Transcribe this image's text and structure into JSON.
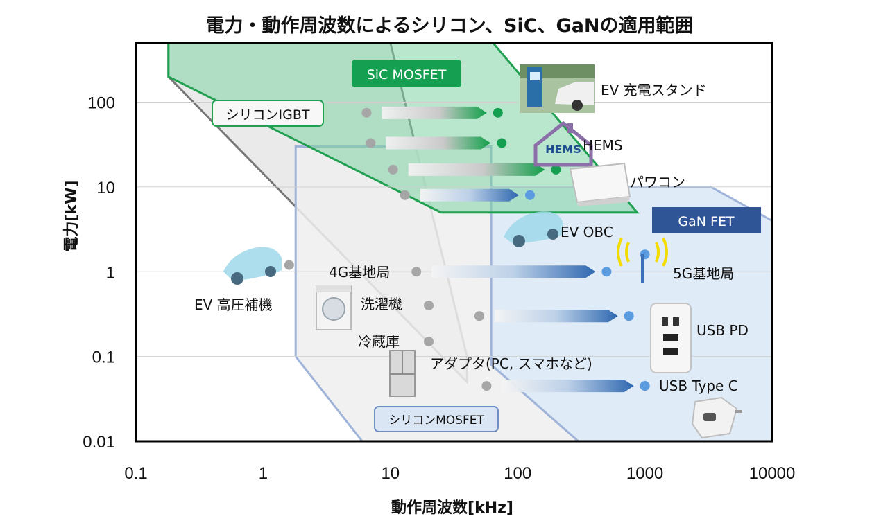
{
  "chart_data": {
    "type": "area",
    "title": "電力・動作周波数によるシリコン、SiC、GaNの適用範囲",
    "xlabel": "動作周波数[kHz]",
    "ylabel": "電力[kW]",
    "xscale": "log",
    "yscale": "log",
    "xlim": [
      0.1,
      10000
    ],
    "ylim": [
      0.01,
      500
    ],
    "x_ticks": [
      "0.1",
      "1",
      "10",
      "100",
      "1000",
      "10000"
    ],
    "y_ticks": [
      "100",
      "10",
      "1",
      "0.1",
      "0.01"
    ],
    "regions": [
      {
        "name": "シリコンIGBT",
        "color": "#e8e8e8",
        "border": "#777777",
        "polygon": [
          [
            0.18,
            500
          ],
          [
            10,
            500
          ],
          [
            40,
            0.1
          ],
          [
            40,
            0.05
          ],
          [
            0.18,
            200
          ]
        ]
      },
      {
        "name": "SiC MOSFET",
        "color": "#7ed4a4",
        "border": "#20a050",
        "polygon": [
          [
            0.18,
            500
          ],
          [
            64,
            500
          ],
          [
            870,
            5
          ],
          [
            25,
            5
          ],
          [
            0.18,
            200
          ]
        ]
      },
      {
        "name": "シリコンMOSFET",
        "color": "#eeeeee",
        "border": "#9fb4d8",
        "polygon": [
          [
            1.8,
            30
          ],
          [
            62,
            30
          ],
          [
            62,
            0.08
          ],
          [
            300,
            0.01
          ],
          [
            330,
            0.01
          ],
          [
            6,
            0.01
          ],
          [
            1.8,
            0.1
          ]
        ]
      },
      {
        "name": "GaN FET",
        "color": "#d9e7f5",
        "border": "#9fb4d8",
        "polygon": [
          [
            62,
            10
          ],
          [
            3300,
            10
          ],
          [
            10000,
            4
          ],
          [
            10000,
            0.01
          ],
          [
            300,
            0.01
          ],
          [
            62,
            0.08
          ]
        ]
      }
    ],
    "applications": [
      {
        "name": "EV 充電スタンド",
        "from": [
          6.5,
          75
        ],
        "to": [
          70,
          75
        ],
        "color": "#1aa053"
      },
      {
        "name": "HEMS",
        "from": [
          7,
          33
        ],
        "to": [
          75,
          33
        ],
        "color": "#1aa053"
      },
      {
        "name": "パワコン",
        "from": [
          10.5,
          16
        ],
        "to": [
          200,
          16
        ],
        "color": "#1aa053"
      },
      {
        "name": "EV OBC",
        "from": [
          13,
          8
        ],
        "to": [
          125,
          8
        ],
        "color": "#4a8ad0"
      },
      {
        "name": "EV 高圧補機",
        "point": [
          1.6,
          1.2
        ]
      },
      {
        "name": "4G基地局",
        "from": [
          16,
          1
        ],
        "to": [
          500,
          1
        ],
        "color": "#3a70b8"
      },
      {
        "name": "5G基地局",
        "point": [
          1000,
          1.6
        ]
      },
      {
        "name": "洗濯機",
        "point": [
          20,
          0.4
        ]
      },
      {
        "name": "冷蔵庫",
        "point": [
          20,
          0.15
        ]
      },
      {
        "name": "USB PD",
        "from": [
          50,
          0.3
        ],
        "to": [
          750,
          0.3
        ],
        "color": "#3a70b8"
      },
      {
        "name": "アダプタ(PC, スマホなど)",
        "from": [
          57,
          0.045
        ],
        "to": [
          1000,
          0.045
        ],
        "color": "#3a70b8"
      },
      {
        "name": "USB Type C",
        "point": [
          1000,
          0.045
        ]
      }
    ]
  }
}
